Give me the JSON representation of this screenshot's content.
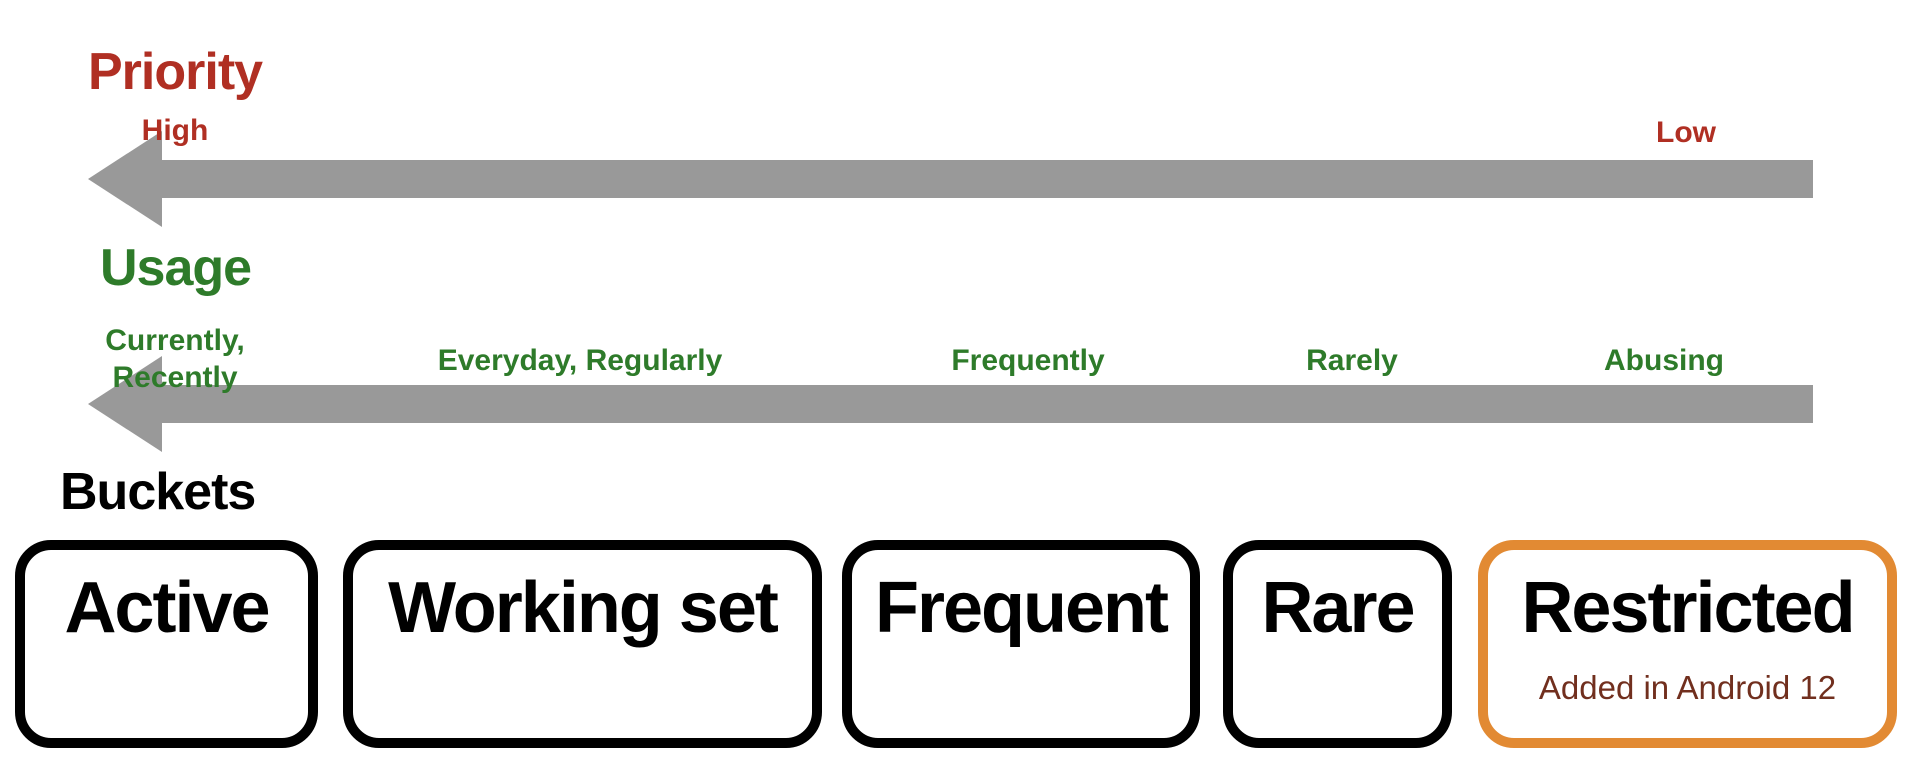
{
  "colors": {
    "priority_red": "#b02f23",
    "usage_green": "#2e7b2a",
    "arrow_gray": "#999999",
    "bucket_border_black": "#000000",
    "restricted_border_orange": "#e28a33",
    "restricted_note_brown": "#712f1e"
  },
  "priority": {
    "title": "Priority",
    "high_label": "High",
    "low_label": "Low"
  },
  "usage": {
    "title": "Usage",
    "scale": {
      "first_line1": "Currently,",
      "first_line2": "Recently",
      "second": "Everyday, Regularly",
      "third": "Frequently",
      "fourth": "Rarely",
      "fifth": "Abusing"
    }
  },
  "buckets": {
    "title": "Buckets",
    "boxes": [
      {
        "label": "Active"
      },
      {
        "label": "Working set"
      },
      {
        "label": "Frequent"
      },
      {
        "label": "Rare"
      },
      {
        "label": "Restricted",
        "note": "Added in Android 12"
      }
    ]
  }
}
